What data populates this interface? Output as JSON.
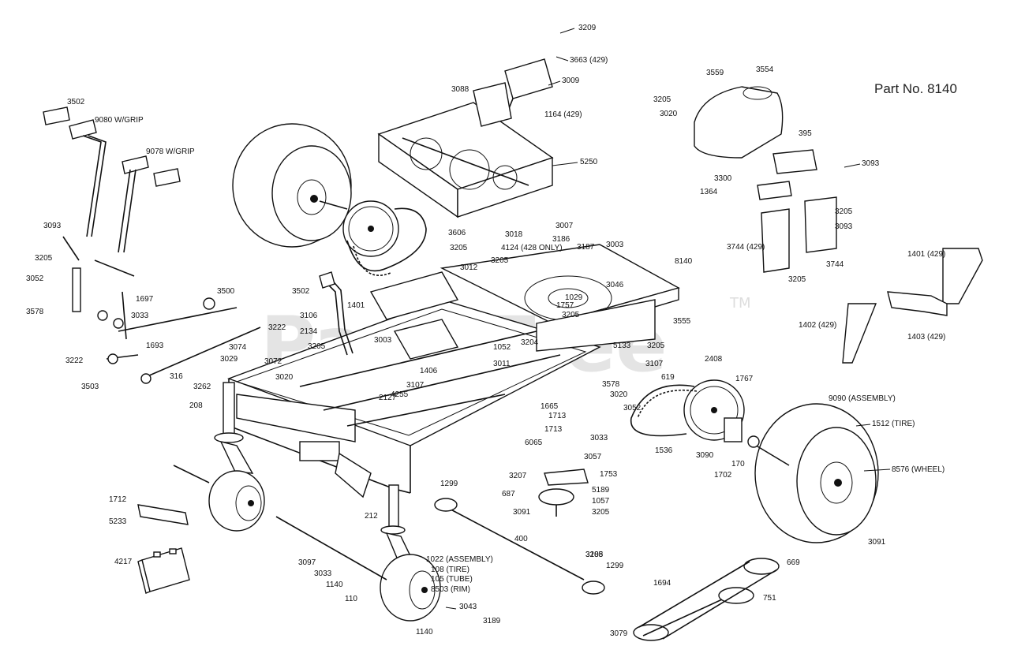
{
  "part_number": "Part No. 8140",
  "watermark": {
    "brand": "PartsTree",
    "tm": "TM"
  },
  "callouts": [
    {
      "id": "c01",
      "text": "3209"
    },
    {
      "id": "c02",
      "text": "3663 (429)"
    },
    {
      "id": "c03",
      "text": "3009"
    },
    {
      "id": "c04",
      "text": "3088"
    },
    {
      "id": "c05",
      "text": "1164 (429)"
    },
    {
      "id": "c06",
      "text": "5250"
    },
    {
      "id": "c07",
      "text": "3502"
    },
    {
      "id": "c08",
      "text": "9080 W/GRIP"
    },
    {
      "id": "c09",
      "text": "9078 W/GRIP"
    },
    {
      "id": "c10",
      "text": "3559"
    },
    {
      "id": "c11",
      "text": "3554"
    },
    {
      "id": "c12",
      "text": "3205"
    },
    {
      "id": "c13",
      "text": "3020"
    },
    {
      "id": "c14",
      "text": "395"
    },
    {
      "id": "c15",
      "text": "3093"
    },
    {
      "id": "c16",
      "text": "3300"
    },
    {
      "id": "c17",
      "text": "1364"
    },
    {
      "id": "c18",
      "text": "3205"
    },
    {
      "id": "c19",
      "text": "3093"
    },
    {
      "id": "c20",
      "text": "3744 (429)"
    },
    {
      "id": "c21",
      "text": "3744"
    },
    {
      "id": "c22",
      "text": "3205"
    },
    {
      "id": "c23",
      "text": "1401 (429)"
    },
    {
      "id": "c24",
      "text": "1402 (429)"
    },
    {
      "id": "c25",
      "text": "1403 (429)"
    },
    {
      "id": "c26",
      "text": "3093"
    },
    {
      "id": "c27",
      "text": "3205"
    },
    {
      "id": "c28",
      "text": "3052"
    },
    {
      "id": "c29",
      "text": "3578"
    },
    {
      "id": "c30",
      "text": "1697"
    },
    {
      "id": "c31",
      "text": "3033"
    },
    {
      "id": "c32",
      "text": "3500"
    },
    {
      "id": "c33",
      "text": "3222"
    },
    {
      "id": "c34",
      "text": "3074"
    },
    {
      "id": "c35",
      "text": "1693"
    },
    {
      "id": "c36",
      "text": "3222"
    },
    {
      "id": "c37",
      "text": "3503"
    },
    {
      "id": "c38",
      "text": "316"
    },
    {
      "id": "c39",
      "text": "3029"
    },
    {
      "id": "c40",
      "text": "3072"
    },
    {
      "id": "c41",
      "text": "3020"
    },
    {
      "id": "c42",
      "text": "3262"
    },
    {
      "id": "c43",
      "text": "208"
    },
    {
      "id": "c44",
      "text": "3606"
    },
    {
      "id": "c45",
      "text": "3205"
    },
    {
      "id": "c46",
      "text": "3018"
    },
    {
      "id": "c47",
      "text": "3007"
    },
    {
      "id": "c48",
      "text": "3186"
    },
    {
      "id": "c49",
      "text": "3187"
    },
    {
      "id": "c50",
      "text": "3003"
    },
    {
      "id": "c51",
      "text": "4124 (428 ONLY)"
    },
    {
      "id": "c52",
      "text": "3012"
    },
    {
      "id": "c53",
      "text": "3205"
    },
    {
      "id": "c54",
      "text": "8140"
    },
    {
      "id": "c55",
      "text": "3046"
    },
    {
      "id": "c56",
      "text": "1029"
    },
    {
      "id": "c57",
      "text": "1757"
    },
    {
      "id": "c58",
      "text": "3205"
    },
    {
      "id": "c59",
      "text": "3555"
    },
    {
      "id": "c60",
      "text": "3502"
    },
    {
      "id": "c61",
      "text": "3106"
    },
    {
      "id": "c62",
      "text": "1401"
    },
    {
      "id": "c63",
      "text": "2134"
    },
    {
      "id": "c64",
      "text": "3003"
    },
    {
      "id": "c65",
      "text": "3205"
    },
    {
      "id": "c66",
      "text": "1052"
    },
    {
      "id": "c67",
      "text": "1406"
    },
    {
      "id": "c68",
      "text": "3204"
    },
    {
      "id": "c69",
      "text": "3011"
    },
    {
      "id": "c70",
      "text": "3107"
    },
    {
      "id": "c71",
      "text": "4255"
    },
    {
      "id": "c72",
      "text": "2127"
    },
    {
      "id": "c73",
      "text": "5133"
    },
    {
      "id": "c74",
      "text": "3205"
    },
    {
      "id": "c75",
      "text": "3107"
    },
    {
      "id": "c76",
      "text": "2408"
    },
    {
      "id": "c77",
      "text": "619"
    },
    {
      "id": "c78",
      "text": "1767"
    },
    {
      "id": "c79",
      "text": "3578"
    },
    {
      "id": "c80",
      "text": "3020"
    },
    {
      "id": "c81",
      "text": "3052"
    },
    {
      "id": "c82",
      "text": "1665"
    },
    {
      "id": "c83",
      "text": "1713"
    },
    {
      "id": "c84",
      "text": "1713"
    },
    {
      "id": "c85",
      "text": "6065"
    },
    {
      "id": "c86",
      "text": "3033"
    },
    {
      "id": "c87",
      "text": "3057"
    },
    {
      "id": "c88",
      "text": "1536"
    },
    {
      "id": "c89",
      "text": "3090"
    },
    {
      "id": "c90",
      "text": "170"
    },
    {
      "id": "c91",
      "text": "1702"
    },
    {
      "id": "c92",
      "text": "9090 (ASSEMBLY)"
    },
    {
      "id": "c93",
      "text": "1512 (TIRE)"
    },
    {
      "id": "c94",
      "text": "8576 (WHEEL)"
    },
    {
      "id": "c95",
      "text": "3091"
    },
    {
      "id": "c96",
      "text": "3207"
    },
    {
      "id": "c97",
      "text": "1753"
    },
    {
      "id": "c98",
      "text": "687"
    },
    {
      "id": "c99",
      "text": "5189"
    },
    {
      "id": "c100",
      "text": "1057"
    },
    {
      "id": "c101",
      "text": "3205"
    },
    {
      "id": "c102",
      "text": "3091"
    },
    {
      "id": "c103",
      "text": "1299"
    },
    {
      "id": "c104",
      "text": "212"
    },
    {
      "id": "c105",
      "text": "400"
    },
    {
      "id": "c106",
      "text": "3188"
    },
    {
      "id": "c107",
      "text": "1712"
    },
    {
      "id": "c108",
      "text": "5233"
    },
    {
      "id": "c109",
      "text": "4217"
    },
    {
      "id": "c110",
      "text": "3097"
    },
    {
      "id": "c111",
      "text": "3033"
    },
    {
      "id": "c112",
      "text": "1140"
    },
    {
      "id": "c113",
      "text": "110"
    },
    {
      "id": "c114",
      "text": "1022 (ASSEMBLY)"
    },
    {
      "id": "c115",
      "text": "108 (TIRE)"
    },
    {
      "id": "c116",
      "text": "105 (TUBE)"
    },
    {
      "id": "c117",
      "text": "8503 (RIM)"
    },
    {
      "id": "c118",
      "text": "1140"
    },
    {
      "id": "c119",
      "text": "3043"
    },
    {
      "id": "c120",
      "text": "3189"
    },
    {
      "id": "c121",
      "text": "3205"
    },
    {
      "id": "c122",
      "text": "1299"
    },
    {
      "id": "c123",
      "text": "669"
    },
    {
      "id": "c124",
      "text": "1694"
    },
    {
      "id": "c125",
      "text": "751"
    },
    {
      "id": "c126",
      "text": "3079"
    }
  ]
}
